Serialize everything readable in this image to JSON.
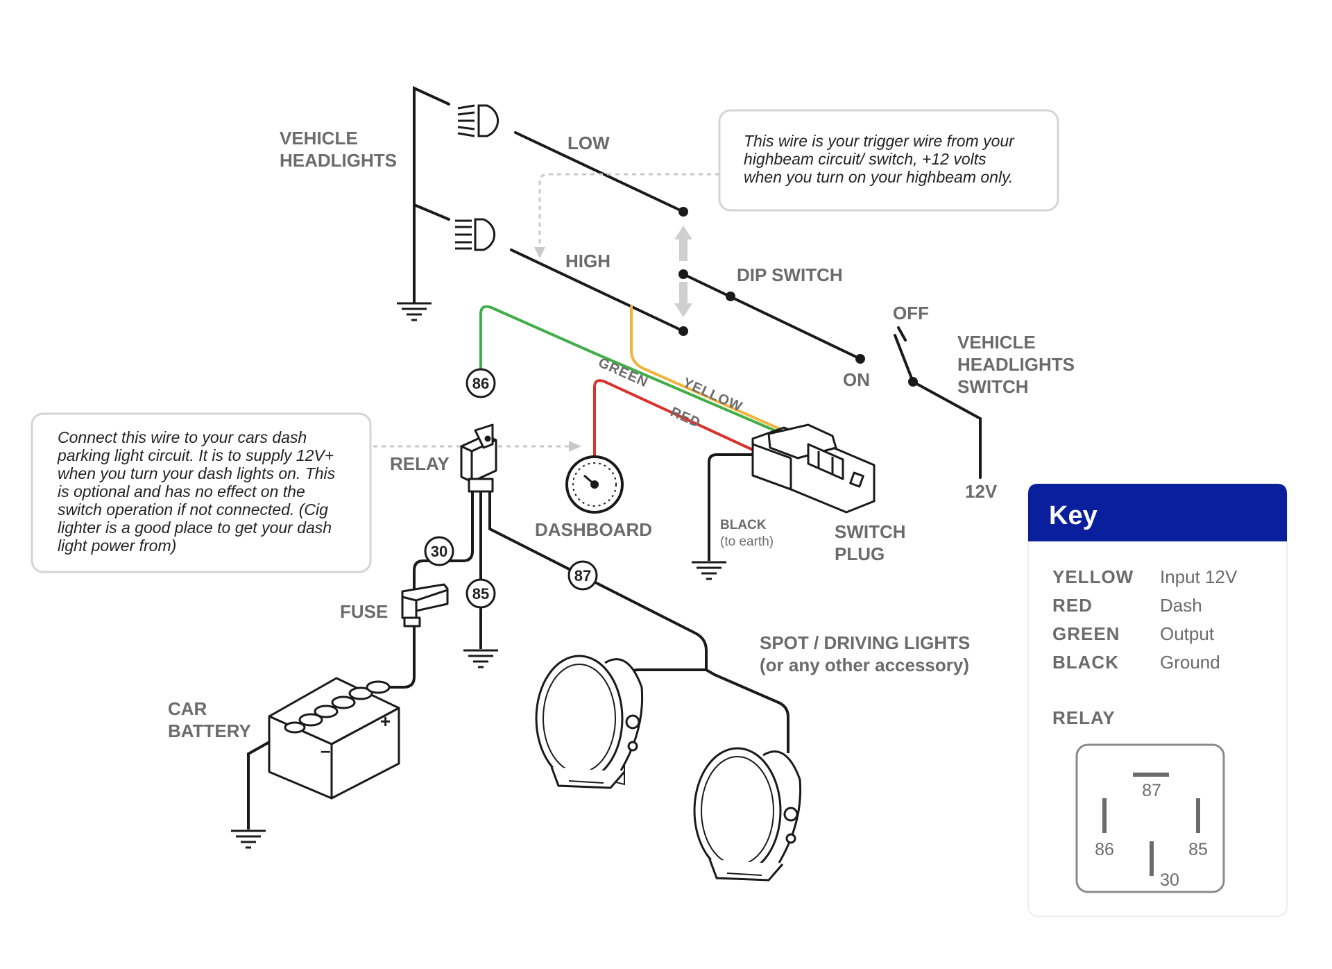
{
  "labels": {
    "vehicle_headlights_1": "VEHICLE",
    "vehicle_headlights_2": "HEADLIGHTS",
    "low": "LOW",
    "high": "HIGH",
    "dip_switch": "DIP SWITCH",
    "off": "OFF",
    "on": "ON",
    "headlights_switch_1": "VEHICLE",
    "headlights_switch_2": "HEADLIGHTS",
    "headlights_switch_3": "SWITCH",
    "v12": "12V",
    "relay": "RELAY",
    "dashboard": "DASHBOARD",
    "black_1": "BLACK",
    "black_2": "(to earth)",
    "switch_plug_1": "SWITCH",
    "switch_plug_2": "PLUG",
    "fuse": "FUSE",
    "car_battery_1": "CAR",
    "car_battery_2": "BATTERY",
    "spot_1": "SPOT / DRIVING LIGHTS",
    "spot_2": "(or any other accessory)"
  },
  "wire_tags": {
    "green": "GREEN",
    "yellow": "YELLOW",
    "red": "RED"
  },
  "pins": {
    "p86": "86",
    "p30": "30",
    "p85": "85",
    "p87": "87"
  },
  "battery_marks": {
    "minus": "–",
    "plus": "+"
  },
  "notes": {
    "trigger": [
      "This wire is your trigger wire from your",
      "highbeam circuit/ switch, +12 volts",
      "when you turn on your highbeam only."
    ],
    "dash": [
      "Connect this wire to your cars dash",
      "parking light circuit. It is to supply 12V+",
      "when you turn your dash lights on. This",
      "is optional and has no effect on the",
      "switch operation if not connected. (Cig",
      "lighter is a good place to get your dash",
      "light power from)"
    ]
  },
  "key": {
    "title": "Key",
    "rows": [
      {
        "name": "YELLOW",
        "value": "Input 12V"
      },
      {
        "name": "RED",
        "value": "Dash"
      },
      {
        "name": "GREEN",
        "value": "Output"
      },
      {
        "name": "BLACK",
        "value": "Ground"
      }
    ],
    "relay_title": "RELAY",
    "relay_pins": {
      "p87": "87",
      "p86": "86",
      "p85": "85",
      "p30": "30"
    }
  },
  "colors": {
    "wire_black": "#1a1a1a",
    "wire_green": "#3fae49",
    "wire_yellow": "#f0b43c",
    "wire_red": "#d9312b",
    "label_gray": "#6b6b6b",
    "key_header": "#0a1f9c",
    "dashed_gray": "#c8c8c8"
  }
}
